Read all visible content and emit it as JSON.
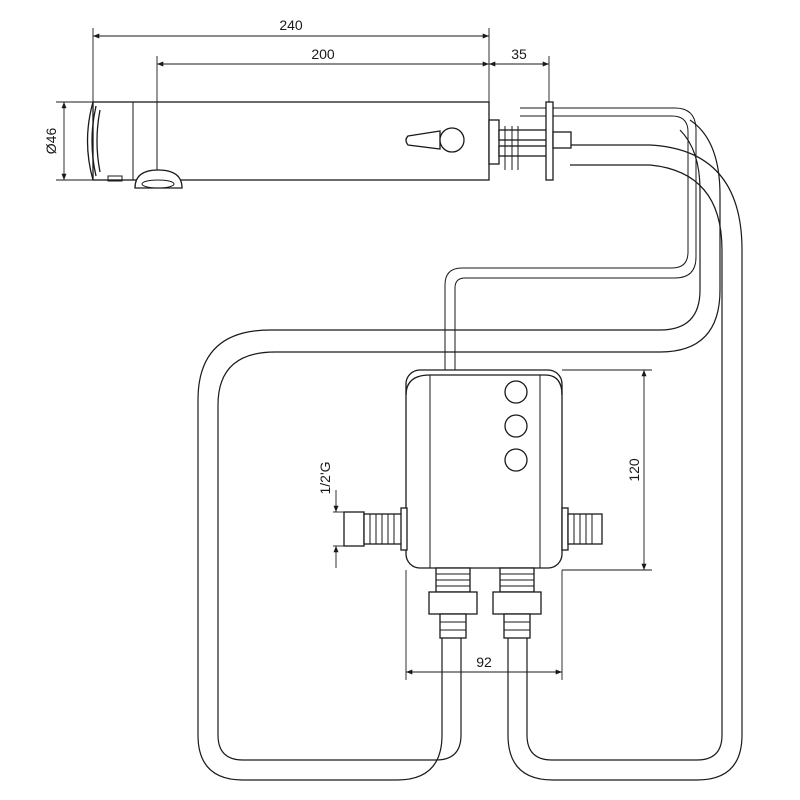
{
  "dimensions": {
    "overall_length": "240",
    "spout_length": "200",
    "rear_length": "35",
    "diameter": "Ø46",
    "box_height": "120",
    "box_width": "92",
    "inlet_thread": "1/2'G"
  },
  "colors": {
    "line": "#1a1a1a",
    "background": "#ffffff"
  }
}
